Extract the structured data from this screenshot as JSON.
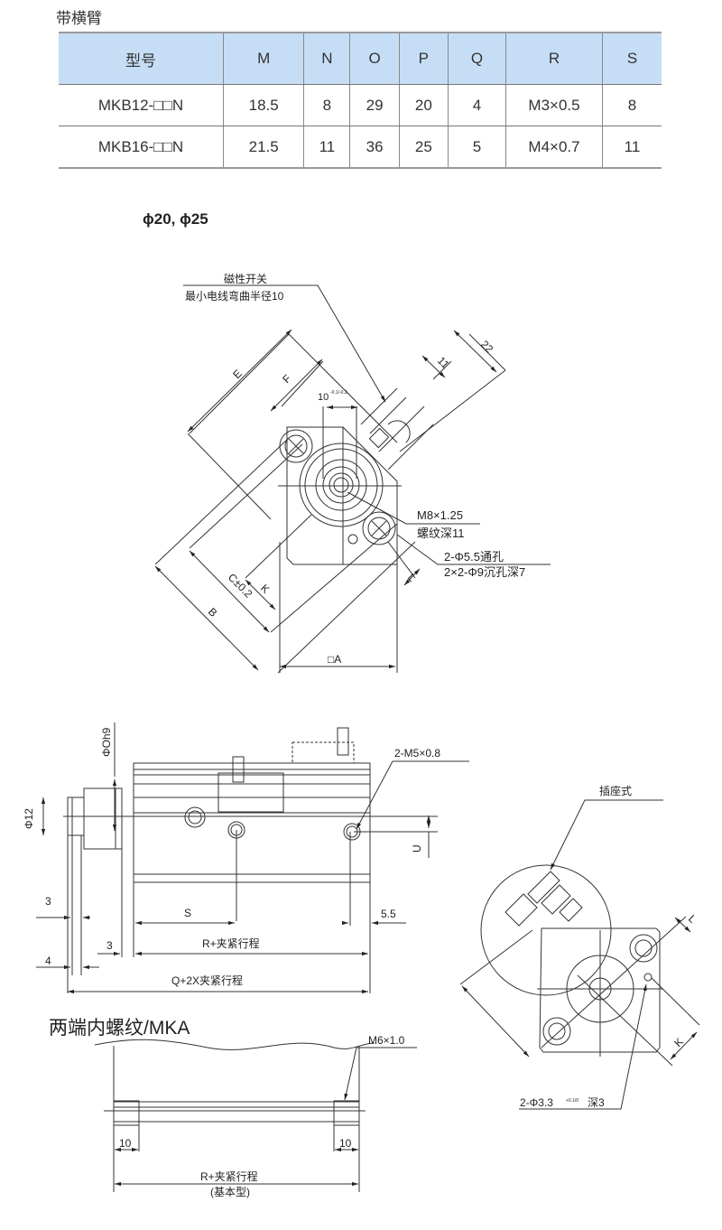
{
  "section_title": "带横臂",
  "table": {
    "headers": [
      "型号",
      "M",
      "N",
      "O",
      "P",
      "Q",
      "R",
      "S"
    ],
    "rows": [
      [
        "MKB12-□□N",
        "18.5",
        "8",
        "29",
        "20",
        "4",
        "M3×0.5",
        "8"
      ],
      [
        "MKB16-□□N",
        "21.5",
        "11",
        "36",
        "25",
        "5",
        "M4×0.7",
        "11"
      ]
    ]
  },
  "bore_title": "ϕ20, ϕ25",
  "top_view": {
    "switch_label": "磁性开关",
    "bend_label": "最小电线弯曲半径10",
    "dim_E": "E",
    "dim_F": "F",
    "dim_10": "10",
    "dim_10_tol": "-0.1/-0.2",
    "dim_11": "11",
    "dim_22": "22",
    "thread_label": "M8×1.25",
    "thread_depth": "螺纹深11",
    "hole_label": "2-Φ5.5通孔",
    "counterbore_label": "2×2-Φ9沉孔深7",
    "dim_L": "L",
    "dim_K": "K",
    "dim_C": "C±0.2",
    "dim_B": "B",
    "dim_A": "□A"
  },
  "side_view": {
    "dim_rod": "ΦOh9",
    "dim_12": "Φ12",
    "thread": "2-M5×0.8",
    "dim_U": "U",
    "dim_3a": "3",
    "dim_S": "S",
    "dim_55": "5.5",
    "dim_3b": "3",
    "dim_R": "R+夹紧行程",
    "dim_4": "4",
    "dim_Q": "Q+2X夹紧行程"
  },
  "socket_view": {
    "socket_label": "插座式",
    "dim_L": "L",
    "dim_K": "K",
    "hole_label": "2-Φ3.3",
    "hole_tol": "+0.1/0",
    "hole_depth": "深3"
  },
  "mka": {
    "title": "两端内螺纹/MKA",
    "thread": "M6×1.0",
    "dim_10a": "10",
    "dim_10b": "10",
    "dim_R": "R+夹紧行程",
    "basic": "(基本型)"
  }
}
